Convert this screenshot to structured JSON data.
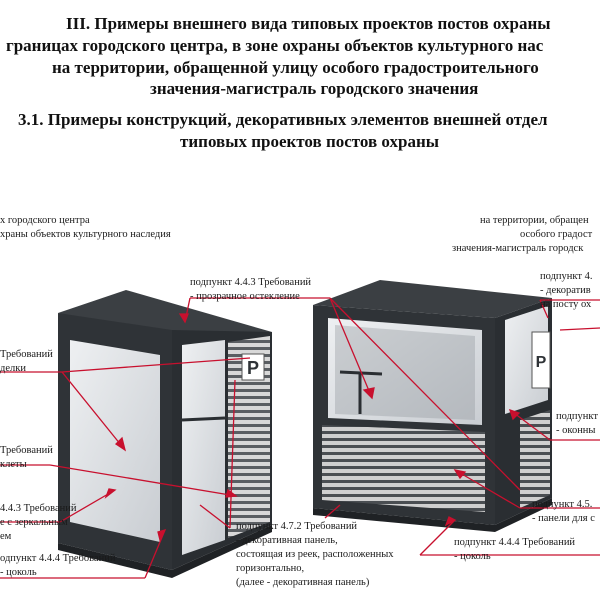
{
  "heading": {
    "line1": "III. Примеры внешнего вида типовых проектов постов охраны",
    "line2": "границах городского центра, в зоне охраны объектов культурного нас",
    "line3": "на территории, обращенной улицу особого градостроительного",
    "line4": "значения-магистраль городского значения"
  },
  "subheading": {
    "line1": "3.1. Примеры конструкций, декоративных элементов внешней отдел",
    "line2": "типовых проектов постов охраны"
  },
  "left_caption": {
    "line1": "х городского центра",
    "line2": "храны объектов культурного наследия"
  },
  "right_caption": {
    "line1": "на территории, обращен",
    "line2": "особого градост",
    "line3": "значения-магистраль городск"
  },
  "callouts": {
    "c443_top": {
      "line1": "подпункт 4.4.3 Требований",
      "line2": "- прозрачное остекление"
    },
    "left_a": {
      "line1": "Требований",
      "line2": "делки"
    },
    "left_b": {
      "line1": "Требований",
      "line2": "клеты"
    },
    "left_c": {
      "line1": "4.4.3 Требований",
      "line2": "е с зеркальным",
      "line3": "ем"
    },
    "left_d": {
      "line1": "одпункт 4.4.4 Требований",
      "line2": "- цоколь"
    },
    "c472": {
      "line1": "подпункт 4.7.2 Требований",
      "line2": "- декоративная панель,",
      "line3": "состоящая из реек, расположенных",
      "line4": "горизонтально,",
      "line5": "(далее - декоративная панель)"
    },
    "c444_right": {
      "line1": "подпункт 4.4.4 Требований",
      "line2": "- цоколь"
    },
    "right_a": {
      "line1": "подпункт 4.",
      "line2": "- декоратив",
      "line3": "на посту ох"
    },
    "right_b": {
      "line1": "подпункт",
      "line2": "- оконны"
    },
    "right_c": {
      "line1": "подпункт 4.5.",
      "line2": "- панели для с"
    }
  },
  "icons": {
    "parking_sign_left": "P",
    "parking_sign_right": "P"
  },
  "colors": {
    "callout_line": "#c8102e",
    "kiosk_frame": "#2f3337",
    "slats": "#cfcfcf"
  }
}
